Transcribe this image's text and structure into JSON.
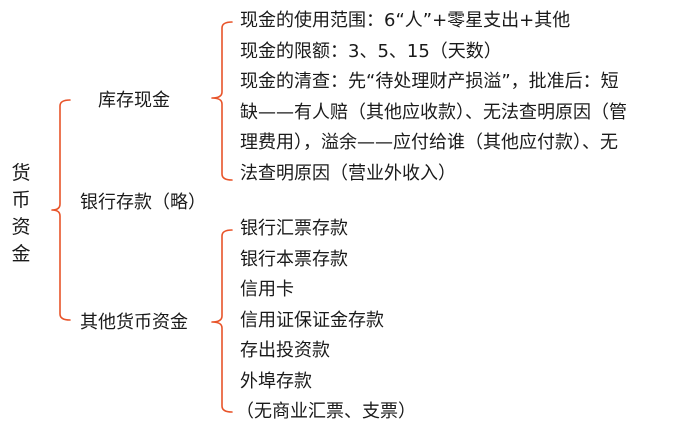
{
  "colors": {
    "bracket": "#e8542a",
    "text": "#1a1a1a",
    "background": "#ffffff"
  },
  "root": {
    "label": "货币资金",
    "chars": [
      "货",
      "币",
      "资",
      "金"
    ]
  },
  "branches": [
    {
      "label": "库存现金",
      "details": [
        "现金的使用范围：6“人”+零星支出+其他",
        "现金的限额：3、5、15（天数）",
        "现金的清查：先“待处理财产损溢”，批准后：短",
        "缺——有人赔（其他应收款）、无法查明原因（管",
        "理费用），溢余——应付给谁（其他应付款）、无",
        "法查明原因（营业外收入）"
      ]
    },
    {
      "label": "银行存款（略）",
      "details": []
    },
    {
      "label": "其他货币资金",
      "details": [
        "银行汇票存款",
        "银行本票存款",
        "信用卡",
        "信用证保证金存款",
        "存出投资款",
        "外埠存款",
        "（无商业汇票、支票）"
      ]
    }
  ]
}
